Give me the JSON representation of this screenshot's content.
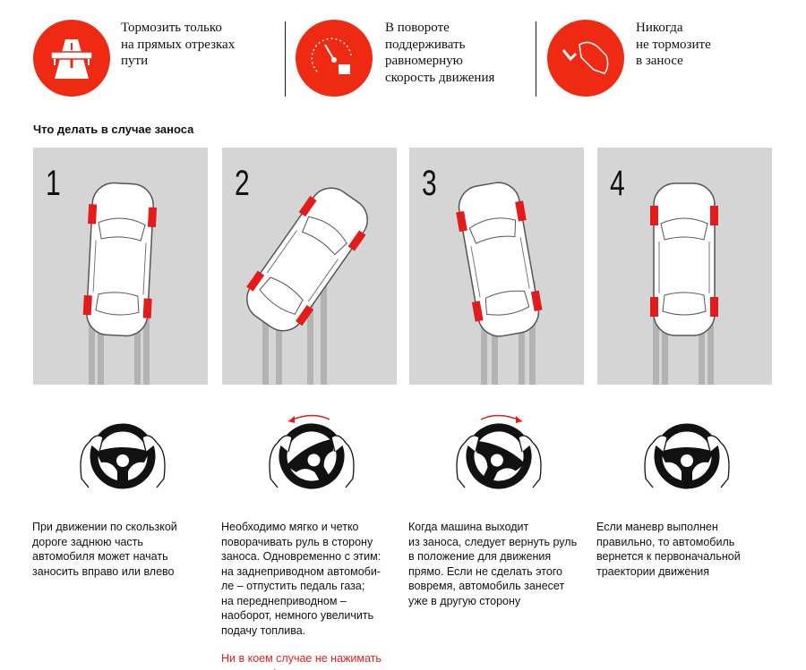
{
  "tips": [
    {
      "icon": "road-icon",
      "lines": [
        "Тормозить только",
        "на прямых отрезках",
        "пути"
      ]
    },
    {
      "icon": "speedometer-icon",
      "lines": [
        "В повороте",
        "поддерживать",
        "равномерную",
        "скорость движения"
      ]
    },
    {
      "icon": "skid-icon",
      "lines": [
        "Никогда",
        "не тормозите",
        "в заносе"
      ]
    }
  ],
  "section_title": "Что делать в случае заноса",
  "steps": [
    {
      "number": "1",
      "car_angle": 3,
      "lines": [
        "При движении по скользкой",
        "дороге заднюю часть",
        "автомобиля может начать",
        "заносить вправо или влево"
      ],
      "warning": null
    },
    {
      "number": "2",
      "car_angle": 35,
      "lines": [
        "Необходимо мягко и четко",
        "поворачивать руль в сторону",
        "заноса. Одновременно с этим:",
        "на заднеприводном автомоби-",
        "ле – отпустить педаль газа;",
        "на переднеприводном –",
        "наоборот, немного увеличить",
        "подачу топлива."
      ],
      "warning": "Ни в коем случае не нажимать на тормоз!"
    },
    {
      "number": "3",
      "car_angle": -10,
      "lines": [
        "Когда машина выходит",
        "из заноса, следует вернуть руль",
        "в положение для движения",
        "прямо. Если не сделать этого",
        "вовремя, автомобиль занесет",
        "уже в другую сторону"
      ],
      "warning": null
    },
    {
      "number": "4",
      "car_angle": 0,
      "lines": [
        "Если маневр выполнен",
        "правильно, то автомобиль",
        "вернется к первоначальной",
        "траектории движения"
      ],
      "warning": null
    }
  ],
  "colors": {
    "accent": "#ee2a12",
    "panel": "#d5d5d5",
    "warning": "#e61e1e"
  }
}
